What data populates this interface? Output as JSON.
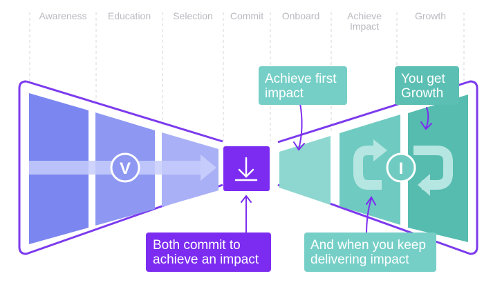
{
  "stages": [
    {
      "label": "Awareness"
    },
    {
      "label": "Education"
    },
    {
      "label": "Selection"
    },
    {
      "label": "Commit"
    },
    {
      "label": "Onboard"
    },
    {
      "label": "Achieve Impact"
    },
    {
      "label": "Growth"
    }
  ],
  "icons": {
    "left_badge": "V",
    "right_badge": "I",
    "commit": "download-arrow-icon",
    "loop": "cycle-arrows-icon"
  },
  "callouts": {
    "first_impact": "Achieve first impact",
    "growth": "You get Growth",
    "commit": "Both commit to achieve an impact",
    "delivering": "And when you keep delivering impact"
  },
  "colors": {
    "outline": "#7c3aed",
    "commit": "#7c2cf0",
    "purple_callout": "#7c2cf0",
    "teal_callout": "#76cfc7",
    "teal_dark": "#5bbfb3"
  }
}
